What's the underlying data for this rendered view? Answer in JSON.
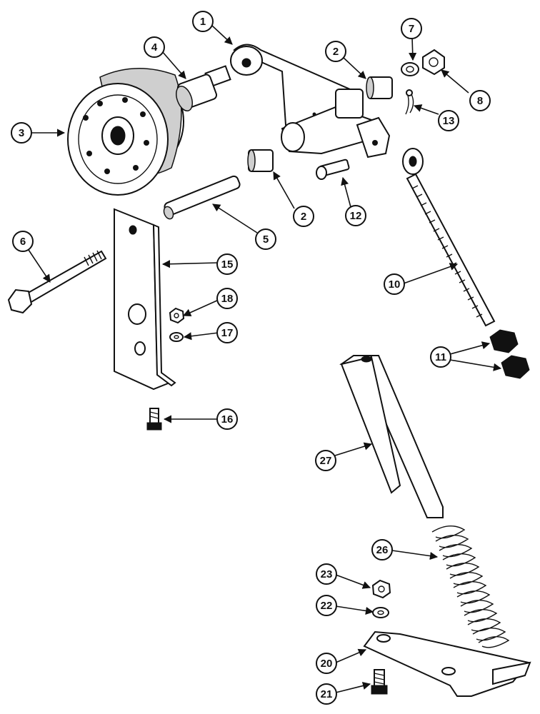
{
  "callouts": {
    "c1": "1",
    "c2a": "2",
    "c2b": "2",
    "c3": "3",
    "c4": "4",
    "c5": "5",
    "c6": "6",
    "c7": "7",
    "c8": "8",
    "c10": "10",
    "c11": "11",
    "c12": "12",
    "c13": "13",
    "c15": "15",
    "c16": "16",
    "c17": "17",
    "c18": "18",
    "c20": "20",
    "c21": "21",
    "c22": "22",
    "c23": "23",
    "c26": "26",
    "c27": "27"
  }
}
